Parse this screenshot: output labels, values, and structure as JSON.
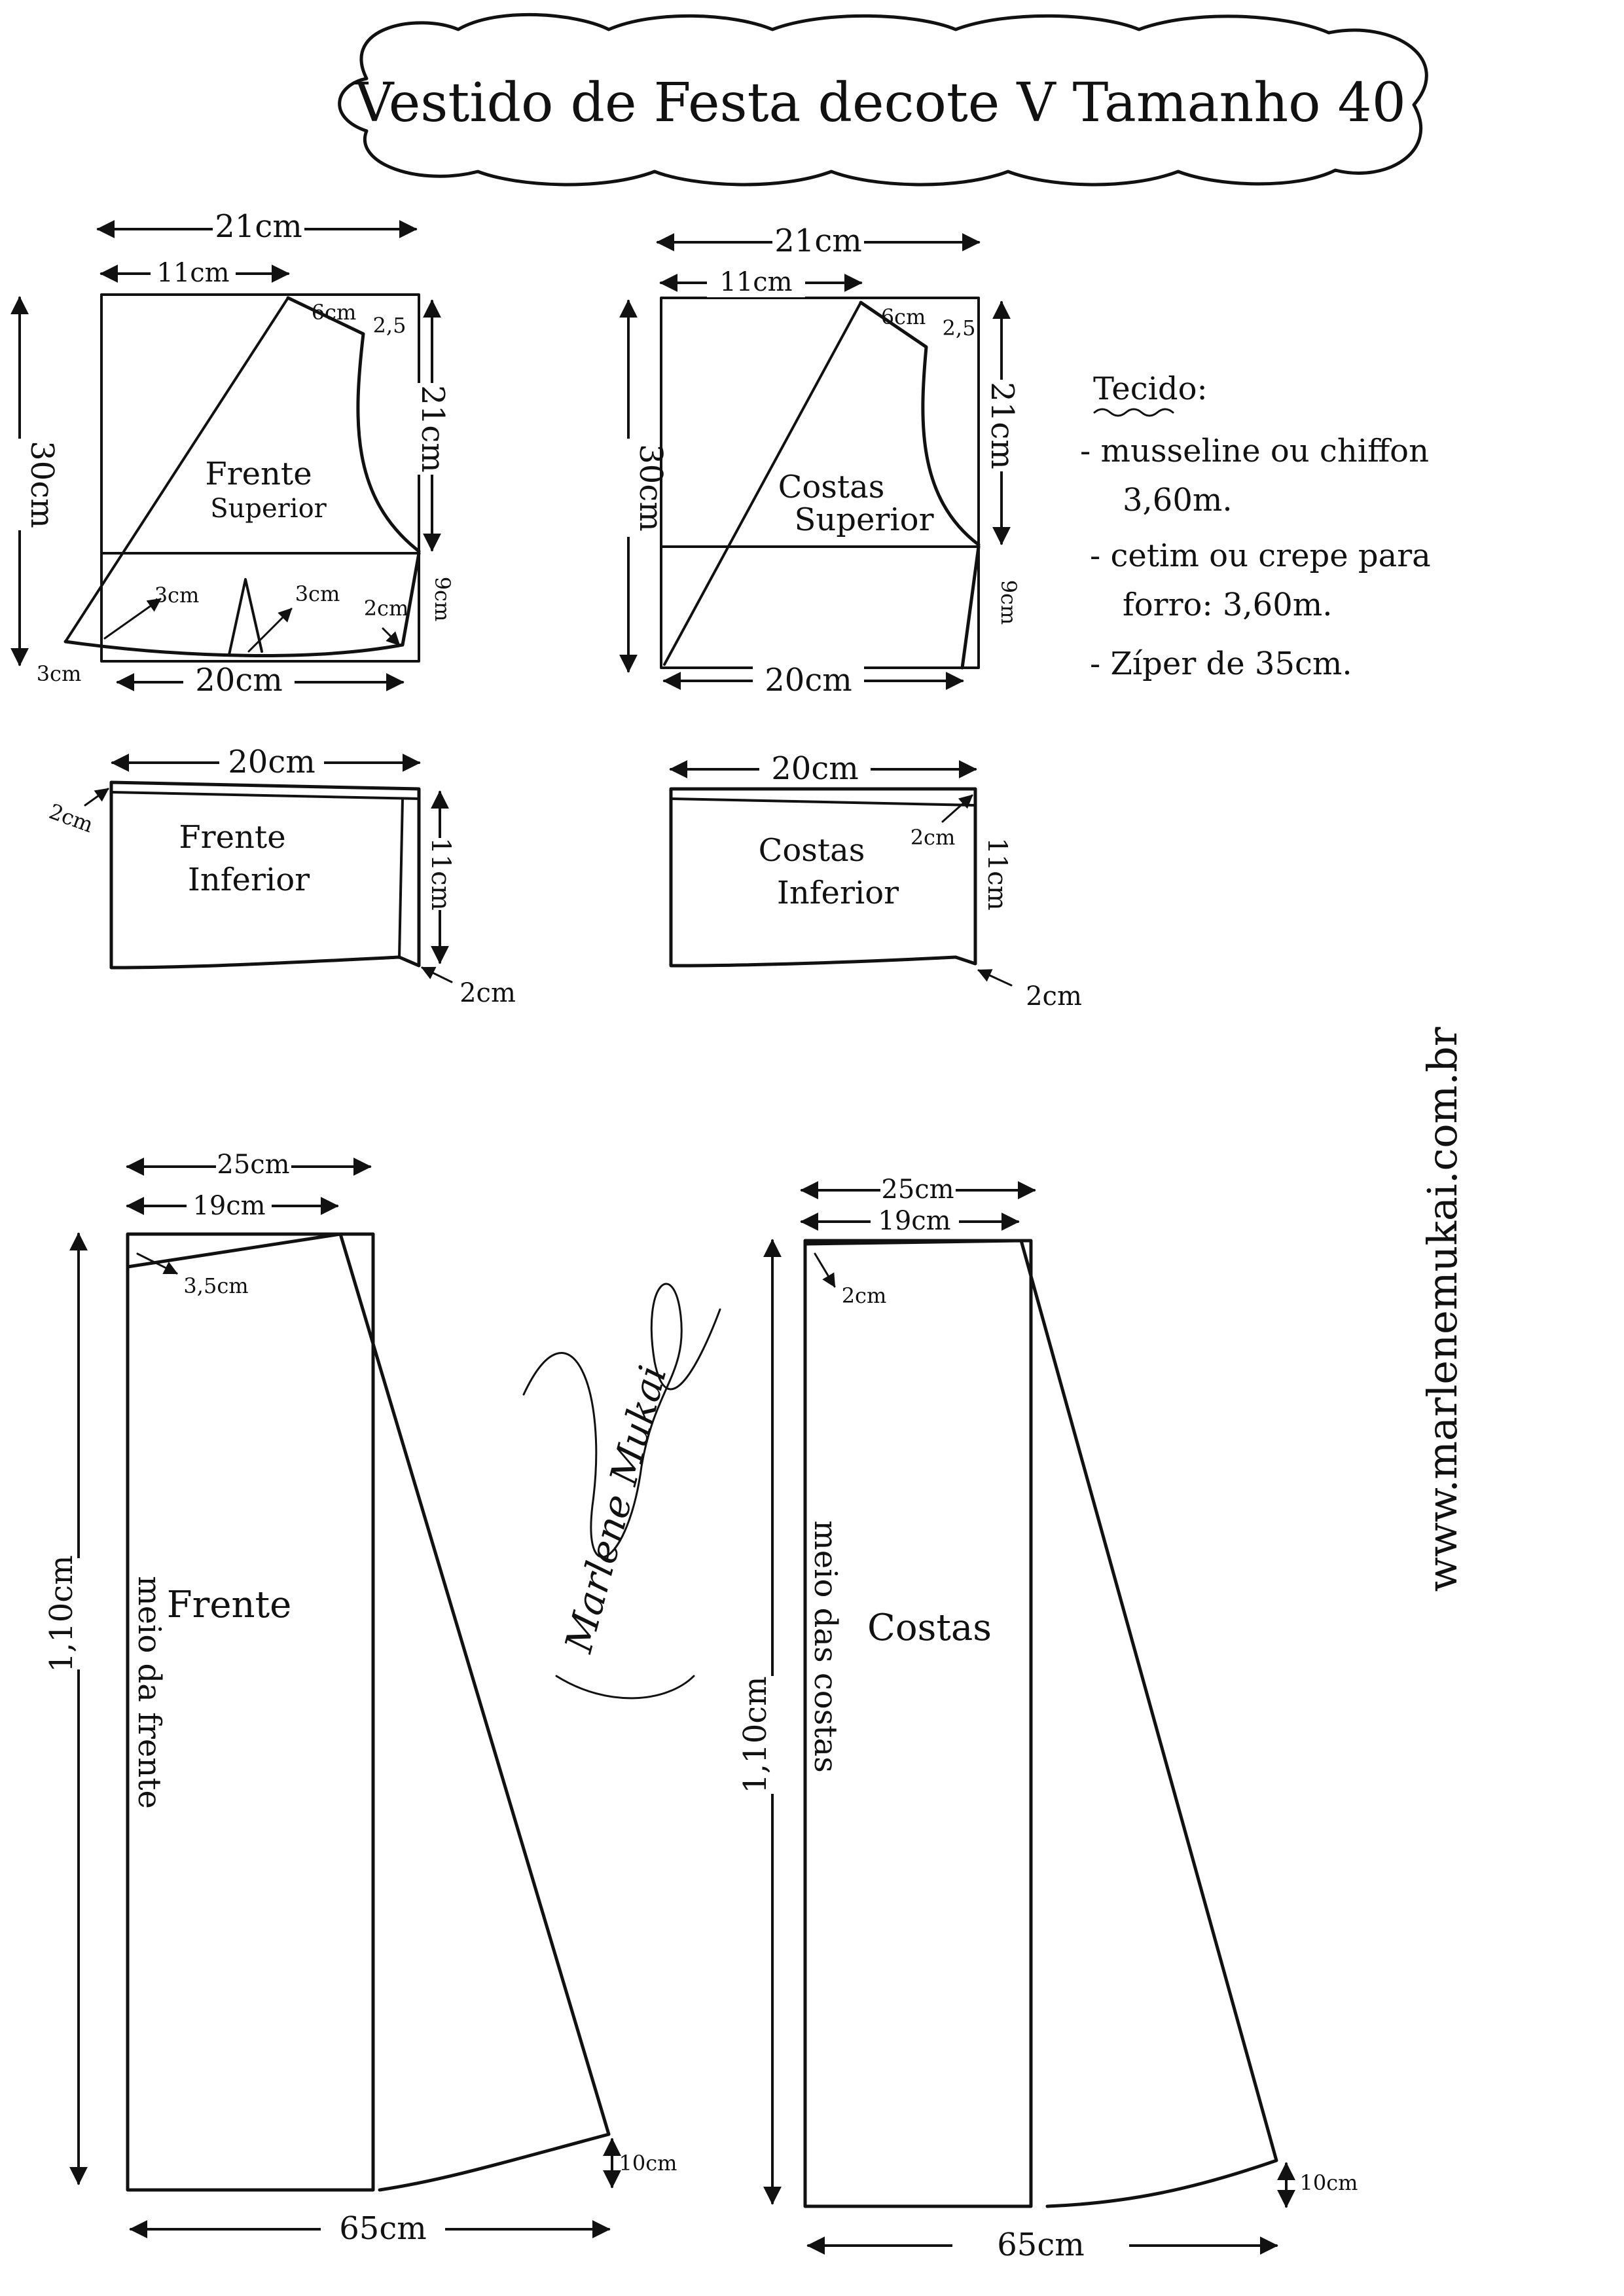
{
  "title": "Vestido de Festa decote V Tamanho 40",
  "notes": {
    "heading": "Tecido:",
    "line1": "- musseline ou chiffon",
    "line2": "3,60m.",
    "line3": "- cetim ou crepe para",
    "line4": "forro: 3,60m.",
    "line5": "- Zíper de 35cm."
  },
  "website": "www.marlenemukai.com.br",
  "signature": "Marlene Mukai",
  "pieces": {
    "front_upper": {
      "name1": "Frente",
      "name2": "Superior",
      "width_top": "21cm",
      "width_neck": "11cm",
      "height": "30cm",
      "armhole_height": "21cm",
      "shoulder": "6cm",
      "shoulder_drop": "2,5",
      "side_drop": "9cm",
      "dart_left": "3cm",
      "dart_right": "3cm",
      "hem_side": "2cm",
      "corner": "3cm",
      "width_bottom": "20cm"
    },
    "back_upper": {
      "name1": "Costas",
      "name2": "Superior",
      "width_top": "21cm",
      "width_neck": "11cm",
      "height": "30cm",
      "armhole_height": "21cm",
      "shoulder": "6cm",
      "shoulder_drop": "2,5",
      "side_drop": "9cm",
      "width_bottom": "20cm"
    },
    "front_lower": {
      "name1": "Frente",
      "name2": "Inferior",
      "width": "20cm",
      "height": "11cm",
      "top_drop": "2cm",
      "bottom_side": "2cm"
    },
    "back_lower": {
      "name1": "Costas",
      "name2": "Inferior",
      "width": "20cm",
      "height": "11cm",
      "top_drop": "2cm",
      "bottom_side": "2cm"
    },
    "front_skirt": {
      "name": "Frente",
      "center_label": "meio da frente",
      "width_top": "25cm",
      "width_inner": "19cm",
      "top_drop": "3,5cm",
      "length": "1,10cm",
      "hem_rise": "10cm",
      "hem_width": "65cm"
    },
    "back_skirt": {
      "name": "Costas",
      "center_label": "meio das costas",
      "width_top": "25cm",
      "width_inner": "19cm",
      "top_drop": "2cm",
      "length": "1,10cm",
      "hem_rise": "10cm",
      "hem_width": "65cm"
    }
  }
}
